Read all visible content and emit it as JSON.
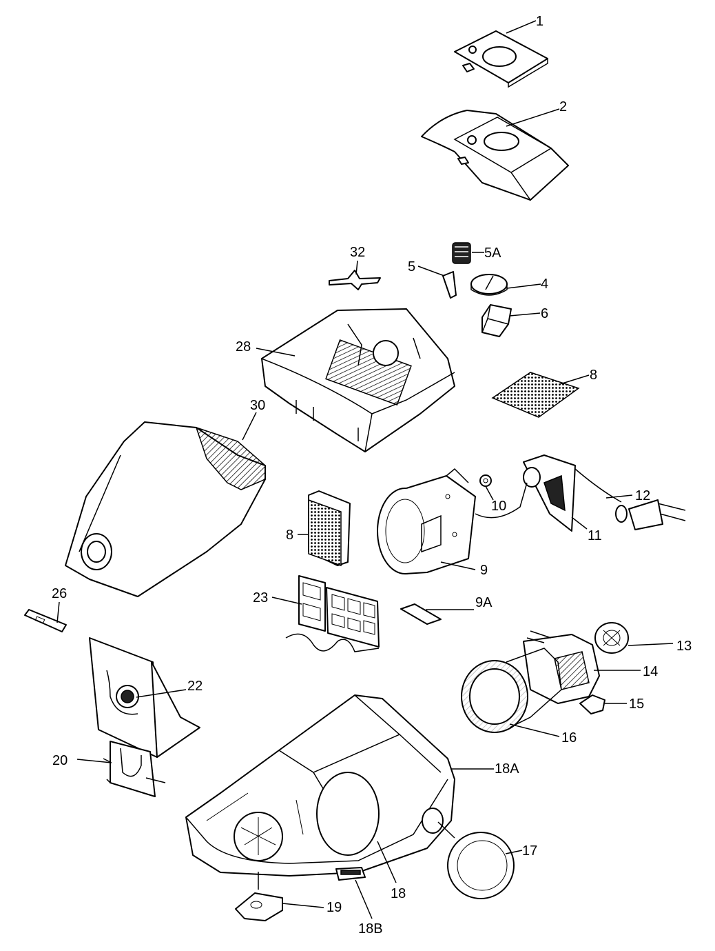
{
  "labels": {
    "p1": "1",
    "p2": "2",
    "p32": "32",
    "p5a": "5A",
    "p5": "5",
    "p4": "4",
    "p6": "6",
    "p28": "28",
    "p8a": "8",
    "p30": "30",
    "p10": "10",
    "p12": "12",
    "p11": "11",
    "p8b": "8",
    "p9": "9",
    "p26": "26",
    "p23": "23",
    "p9a": "9A",
    "p13": "13",
    "p14": "14",
    "p22": "22",
    "p15": "15",
    "p16": "16",
    "p20": "20",
    "p18a": "18A",
    "p17": "17",
    "p18": "18",
    "p19": "19",
    "p18b": "18B"
  }
}
